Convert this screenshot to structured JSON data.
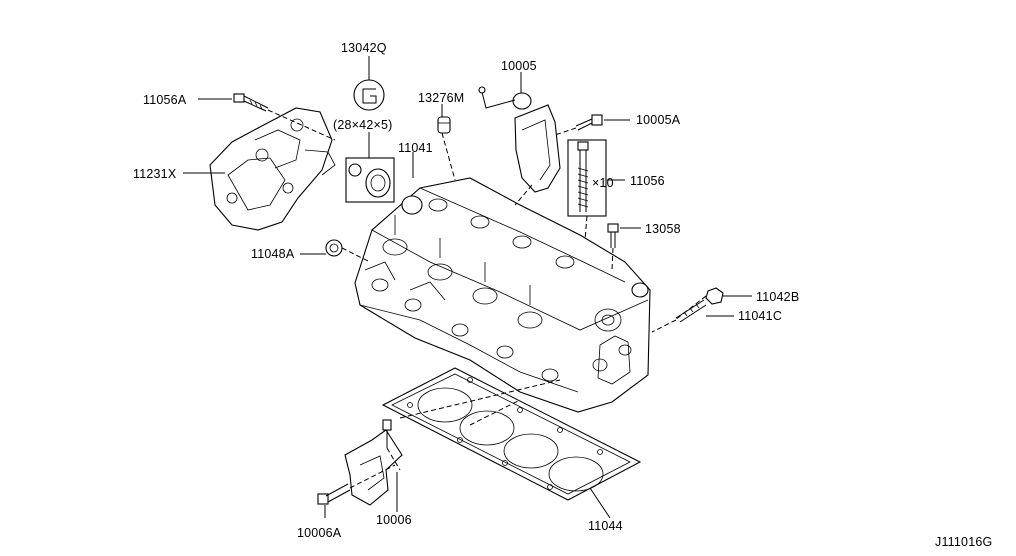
{
  "labels": {
    "p13042q": "13042Q",
    "seal_size": "(28×42×5)",
    "p11056a": "11056A",
    "p13276m": "13276M",
    "p10005": "10005",
    "p10005a": "10005A",
    "p11231x": "11231X",
    "p11041": "11041",
    "p11056": "11056",
    "qty_11056": "×10",
    "p13058": "13058",
    "p11048a": "11048A",
    "p11042b": "11042B",
    "p11041c": "11041C",
    "p10006a": "10006A",
    "p10006": "10006",
    "p11044": "11044",
    "drawing_id": "J111016G"
  },
  "icons": {
    "seal_symbol": "seal-g-icon"
  }
}
